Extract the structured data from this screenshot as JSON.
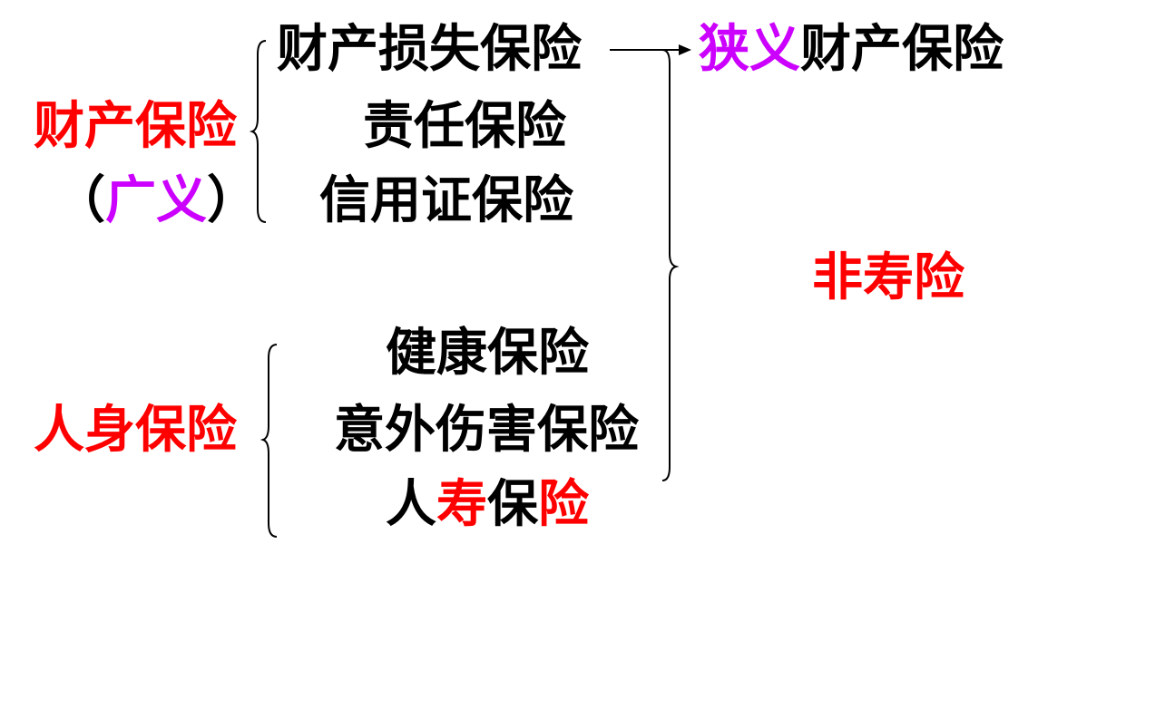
{
  "colors": {
    "red": "#ff0000",
    "purple": "#cc00ff",
    "black": "#000000"
  },
  "property_insurance": {
    "label": "财产保险",
    "broad_open": "（",
    "broad_label": "广义",
    "broad_close": "）",
    "items": [
      "财产损失保险",
      "责任保险",
      "信用证保险"
    ]
  },
  "narrow": {
    "prefix": "狭义",
    "label": "财产保险"
  },
  "non_life": "非寿险",
  "personal_insurance": {
    "label": "人身保险",
    "items": [
      "健康保险",
      "意外伤害保险"
    ],
    "life": {
      "part1": "人",
      "part2": "寿",
      "part3": "保",
      "part4": "险"
    }
  }
}
